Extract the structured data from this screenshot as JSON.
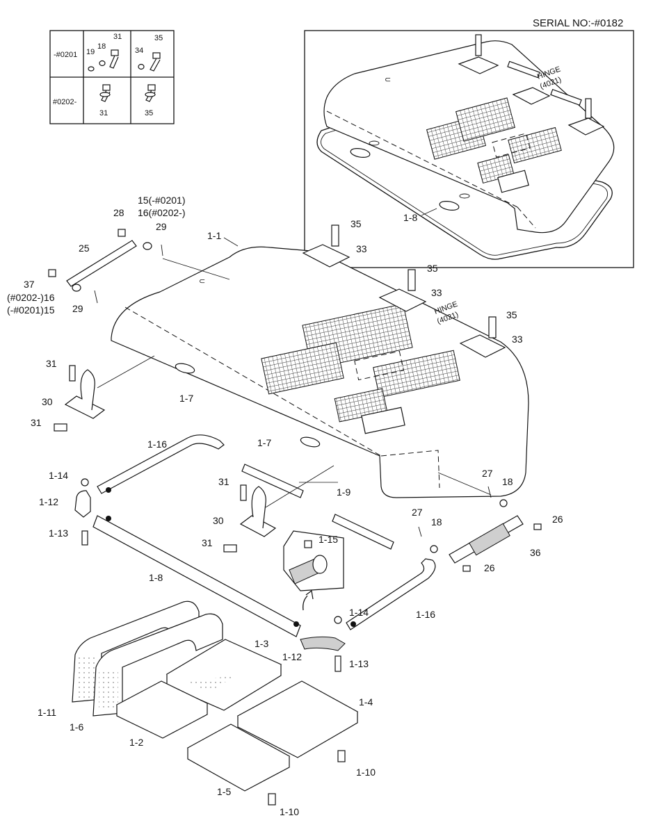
{
  "serial": "SERIAL NO:-#0182",
  "table": {
    "row1_label": "-#0201",
    "row2_label": "#0202-",
    "r1c1_a": "19",
    "r1c1_b": "18",
    "r1c1_c": "31",
    "r1c2_a": "34",
    "r1c2_b": "35",
    "r2c1": "31",
    "r2c2": "35"
  },
  "hinge_labels": {
    "inset_hinge": "HINGE",
    "inset_code": "(4021)",
    "main_hinge": "HINGE",
    "main_code": "(4021)"
  },
  "callouts": {
    "c_1_8_inset": "1-8",
    "c_28": "28",
    "c_15_16_top": "15(-#0201)",
    "c_16_top": "16(#0202-)",
    "c_29_top": "29",
    "c_1_1": "1-1",
    "c_35_a": "35",
    "c_33_a": "33",
    "c_25": "25",
    "c_37": "37",
    "c_16_left": "(#0202-)16",
    "c_15_left": "(-#0201)15",
    "c_29_left": "29",
    "c_35_b": "35",
    "c_33_b": "33",
    "c_35_c": "35",
    "c_33_c": "33",
    "c_31_a": "31",
    "c_30_a": "30",
    "c_31_b": "31",
    "c_1_7_a": "1-7",
    "c_1_16_a": "1-16",
    "c_1_7_b": "1-7",
    "c_1_14_a": "1-14",
    "c_1_12_a": "1-12",
    "c_1_13_a": "1-13",
    "c_31_c": "31",
    "c_1_9": "1-9",
    "c_30_b": "30",
    "c_31_d": "31",
    "c_27_a": "27",
    "c_18_a": "18",
    "c_26_a": "26",
    "c_27_b": "27",
    "c_18_b": "18",
    "c_36": "36",
    "c_26_b": "26",
    "c_1_15": "1-15",
    "c_1_8": "1-8",
    "c_1_14_b": "1-14",
    "c_1_16_b": "1-16",
    "c_1_12_b": "1-12",
    "c_1_13_b": "1-13",
    "c_1_3": "1-3",
    "c_1_11": "1-11",
    "c_1_6": "1-6",
    "c_1_4": "1-4",
    "c_1_2": "1-2",
    "c_1_10_a": "1-10",
    "c_1_5": "1-5",
    "c_1_10_b": "1-10"
  }
}
